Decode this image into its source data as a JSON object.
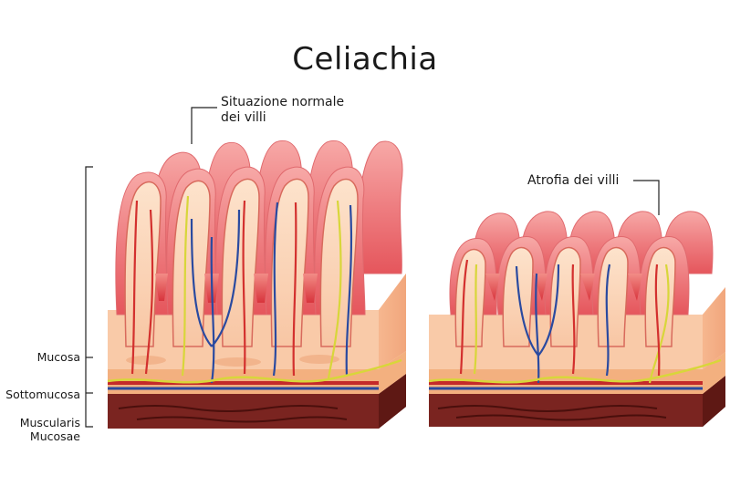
{
  "title": "Celiachia",
  "labels": {
    "normal_villi_line1": "Situazione normale",
    "normal_villi_line2": "dei villi",
    "atrophy_villi": "Atrofia dei villi"
  },
  "layers": {
    "mucosa": "Mucosa",
    "submucosa": "Sottomucosa",
    "muscularis_line1": "Muscularis",
    "muscularis_line2": "Mucosae"
  },
  "colors": {
    "villus_pink": "#f08a8c",
    "villus_inner": "#fbd2b8",
    "tissue_peach": "#f9c9a7",
    "muscle_dark": "#7a2420",
    "artery": "#d3302e",
    "vein": "#2a4aa0",
    "nerve": "#d8d63a"
  }
}
